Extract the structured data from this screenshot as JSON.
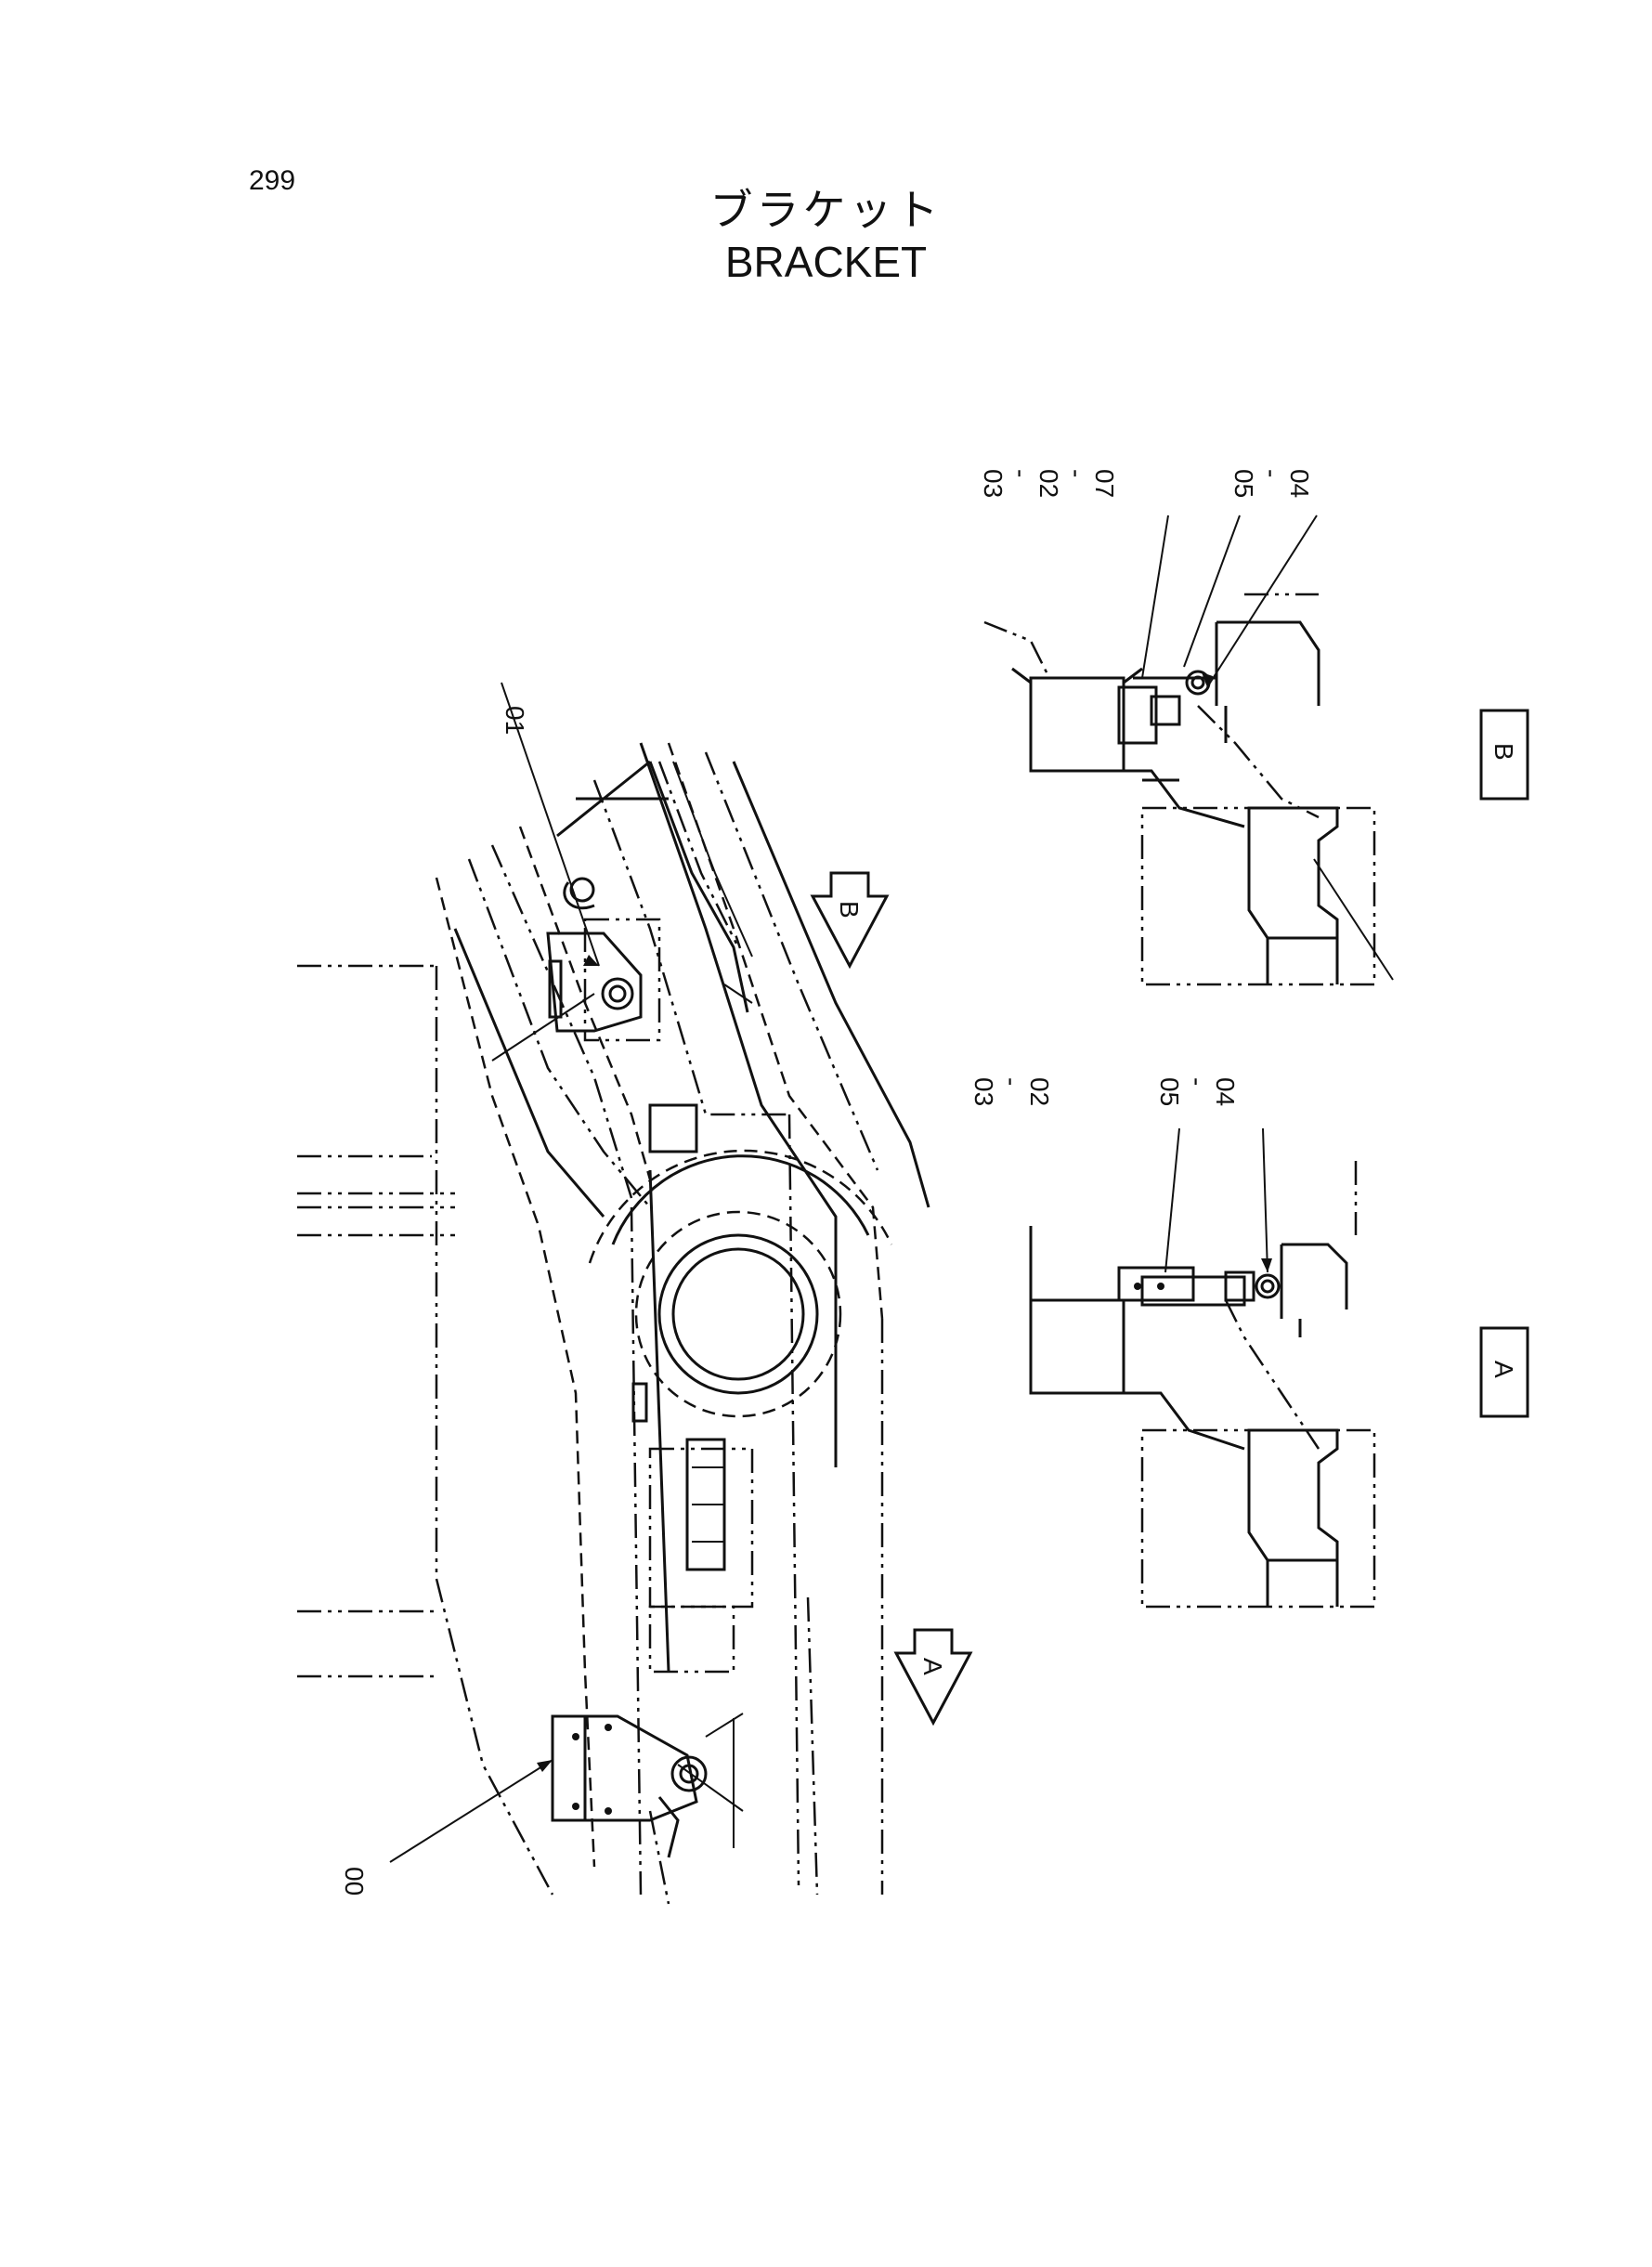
{
  "page_number": "299",
  "title_jp": "ブラケット",
  "title_en": "BRACKET",
  "callouts": {
    "part_00": "00",
    "part_01": "01",
    "view_a_parts_1": "02\n-\n03",
    "view_a_parts_2": "04\n-\n05",
    "view_b_parts_1": "07\n-\n02\n-\n03",
    "view_b_parts_2": "04\n-\n05"
  },
  "views": {
    "view_a_label": "A",
    "view_b_label": "B",
    "arrow_a_label": "A",
    "arrow_b_label": "B"
  }
}
